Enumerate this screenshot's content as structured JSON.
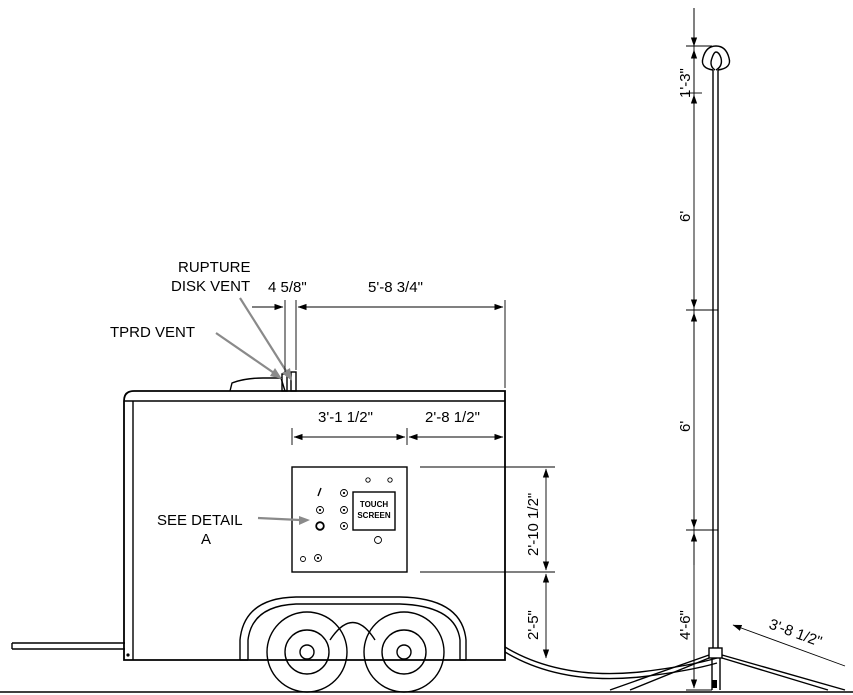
{
  "callouts": {
    "rupture_line1": "RUPTURE",
    "rupture_line2": "DISK VENT",
    "tprd": "TPRD VENT",
    "see_detail_line1": "SEE DETAIL",
    "see_detail_line2": "A"
  },
  "panel": {
    "screen_line1": "TOUCH",
    "screen_line2": "SCREEN"
  },
  "dimensions": {
    "d_4_5_8": "4 5/8\"",
    "d_5_8_3_4": "5'-8 3/4\"",
    "d_3_1_1_2": "3'-1 1/2\"",
    "d_2_8_1_2": "2'-8 1/2\"",
    "d_2_10_1_2": "2'-10 1/2\"",
    "d_2_5": "2'-5\"",
    "d_1_3": "1'-3\"",
    "d_6_upper": "6'",
    "d_6_lower": "6'",
    "d_4_6": "4'-6\"",
    "d_3_8_1_2": "3'-8 1/2\""
  }
}
